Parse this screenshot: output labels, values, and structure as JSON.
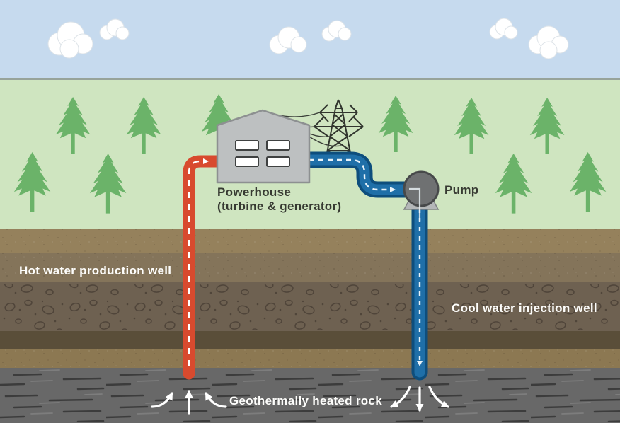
{
  "labels": {
    "powerhouse_line1": "Powerhouse",
    "powerhouse_line2": "(turbine & generator)",
    "pump": "Pump",
    "hot_well": "Hot water production well",
    "cool_well": "Cool water injection well",
    "heated_rock": "Geothermally heated rock"
  },
  "colors": {
    "sky": "#c6daee",
    "field": "#cfe5c0",
    "tree": "#6bb369",
    "cloud": "#ffffff",
    "hot_pipe": "#d84a2e",
    "cool_pipe": "#1f6fa8",
    "cool_pipe_outline": "#0e4e7d",
    "building": "#bdc0c1",
    "building_outline": "#8d9091",
    "window": "#ffffff",
    "tower": "#31352e",
    "pump_body": "#6f7172",
    "pump_base": "#b4b7b8",
    "soil_layer_1": "#95815c",
    "soil_layer_2": "#84745a",
    "soil_layer_3": "#6e6151",
    "soil_layer_4": "#5a4e39",
    "soil_layer_5": "#8c7852",
    "heated_rock_gray": "#686868",
    "label_dark": "#373a32",
    "label_light": "#ffffff"
  }
}
